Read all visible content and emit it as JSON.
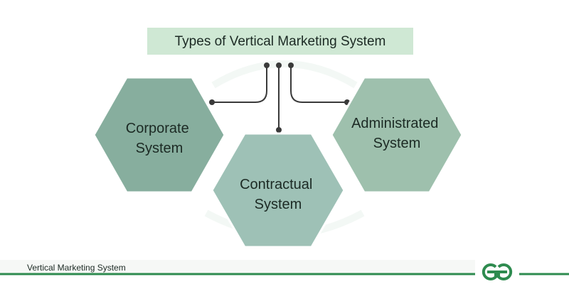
{
  "title": "Types of Vertical Marketing System",
  "nodes": [
    {
      "id": "corporate",
      "lines": [
        "Corporate",
        "System"
      ]
    },
    {
      "id": "contractual",
      "lines": [
        "Contractual",
        "System"
      ]
    },
    {
      "id": "administrated",
      "lines": [
        "Administrated",
        "System"
      ]
    }
  ],
  "footer": {
    "caption": "Vertical Marketing System"
  },
  "colors": {
    "title_fill": "#cfe8d4",
    "hex_corporate": "#87ae9e",
    "hex_contractual": "#9ec1b6",
    "hex_administrated": "#9ec0ad",
    "connector": "#3a3a3a",
    "footer_line": "#2e8b4f",
    "logo": "#2e8b4f"
  }
}
